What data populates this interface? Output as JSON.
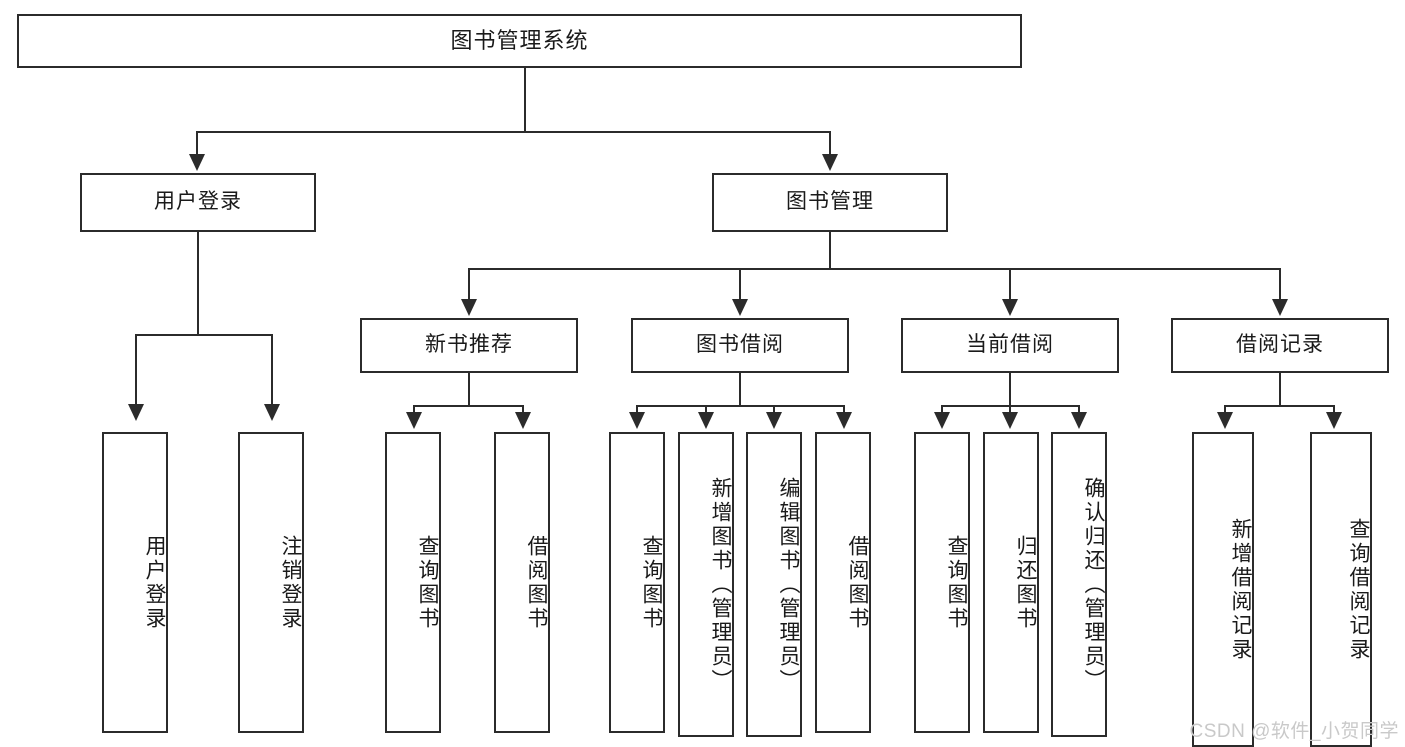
{
  "diagram": {
    "title": "图书管理系统",
    "watermark": "CSDN @软件_小贺同学",
    "level2": {
      "user_login": "用户登录",
      "book_manage": "图书管理"
    },
    "level3": {
      "new_book_recommend": "新书推荐",
      "book_borrow": "图书借阅",
      "current_borrow": "当前借阅",
      "borrow_record": "借阅记录"
    },
    "leaves": {
      "user_login_leaf": "用户登录",
      "logout_leaf": "注销登录",
      "query_book_1": "查询图书",
      "borrow_book_1": "借阅图书",
      "query_book_2": "查询图书",
      "add_book_admin": "新增图书（管理员）",
      "edit_book_admin": "编辑图书（管理员）",
      "borrow_book_2": "借阅图书",
      "query_book_3": "查询图书",
      "return_book": "归还图书",
      "confirm_return_admin": "确认归还（管理员）",
      "add_borrow_record": "新增借阅记录",
      "query_borrow_record": "查询借阅记录"
    }
  }
}
